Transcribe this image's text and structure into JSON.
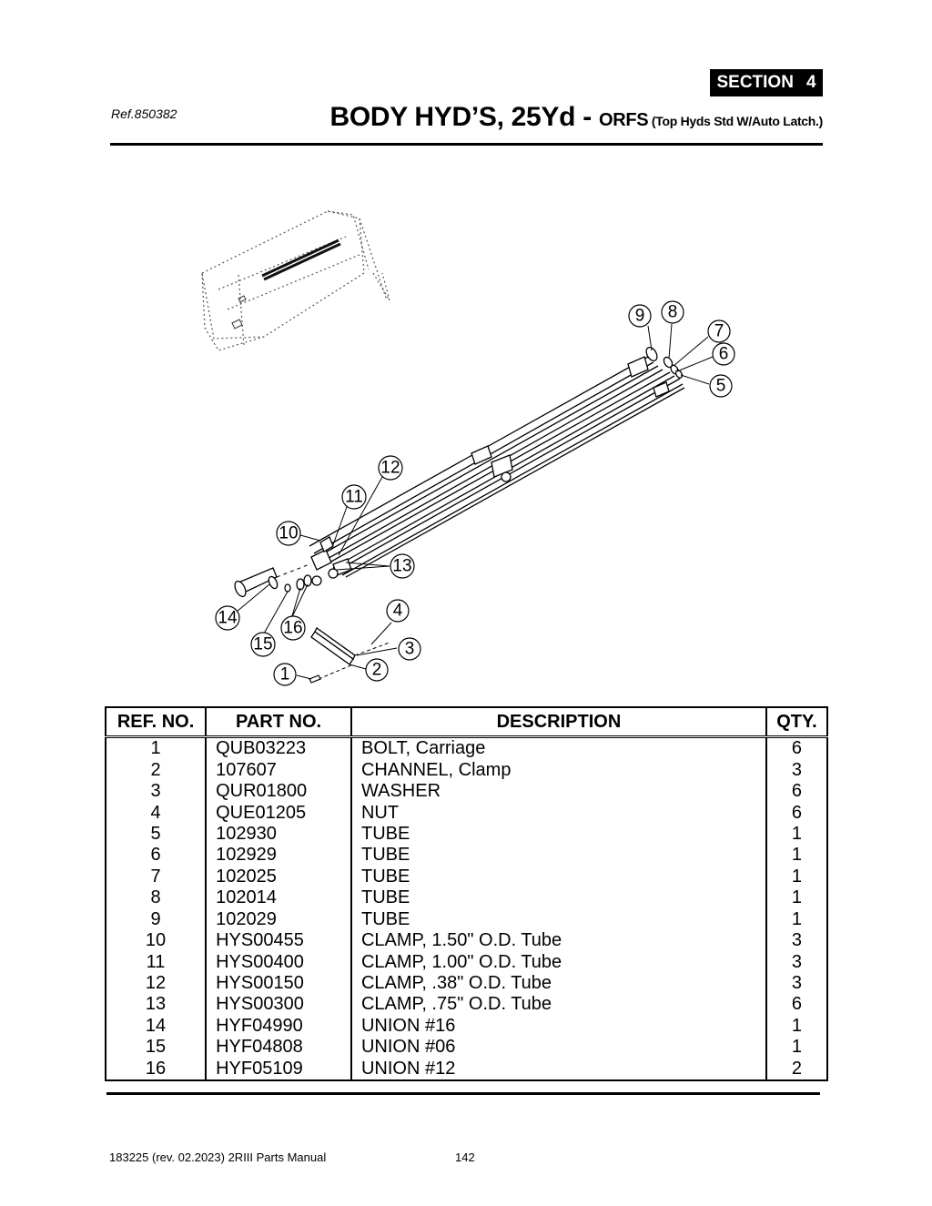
{
  "header": {
    "section_label": "SECTION",
    "section_number": "4",
    "ref": "Ref.850382",
    "title_main": "BODY HYD’S, 25Yd - ",
    "title_sub1": "ORFS",
    "title_sub2": " (Top Hyds Std W/Auto Latch.)"
  },
  "diagram": {
    "callouts": [
      "9",
      "8",
      "7",
      "6",
      "5",
      "12",
      "11",
      "10",
      "13",
      "4",
      "14",
      "16",
      "15",
      "3",
      "2",
      "1"
    ]
  },
  "table": {
    "headers": [
      "REF. NO.",
      "PART NO.",
      "DESCRIPTION",
      "QTY."
    ],
    "rows": [
      [
        "1",
        "QUB03223",
        "BOLT, Carriage",
        "6"
      ],
      [
        "2",
        "107607",
        "CHANNEL, Clamp",
        "3"
      ],
      [
        "3",
        "QUR01800",
        "WASHER",
        "6"
      ],
      [
        "4",
        "QUE01205",
        "NUT",
        "6"
      ],
      [
        "5",
        "102930",
        "TUBE",
        "1"
      ],
      [
        "6",
        "102929",
        "TUBE",
        "1"
      ],
      [
        "7",
        "102025",
        "TUBE",
        "1"
      ],
      [
        "8",
        "102014",
        "TUBE",
        "1"
      ],
      [
        "9",
        "102029",
        "TUBE",
        "1"
      ],
      [
        "10",
        "HYS00455",
        "CLAMP, 1.50\" O.D. Tube",
        "3"
      ],
      [
        "11",
        "HYS00400",
        "CLAMP, 1.00\" O.D. Tube",
        "3"
      ],
      [
        "12",
        "HYS00150",
        "CLAMP, .38\" O.D. Tube",
        "3"
      ],
      [
        "13",
        "HYS00300",
        "CLAMP, .75\" O.D. Tube",
        "6"
      ],
      [
        "14",
        "HYF04990",
        "UNION #16",
        "1"
      ],
      [
        "15",
        "HYF04808",
        "UNION #06",
        "1"
      ],
      [
        "16",
        "HYF05109",
        "UNION #12",
        "2"
      ]
    ]
  },
  "footer": {
    "doc": "183225  (rev. 02.2023) 2RIII Parts Manual",
    "page": "142"
  }
}
